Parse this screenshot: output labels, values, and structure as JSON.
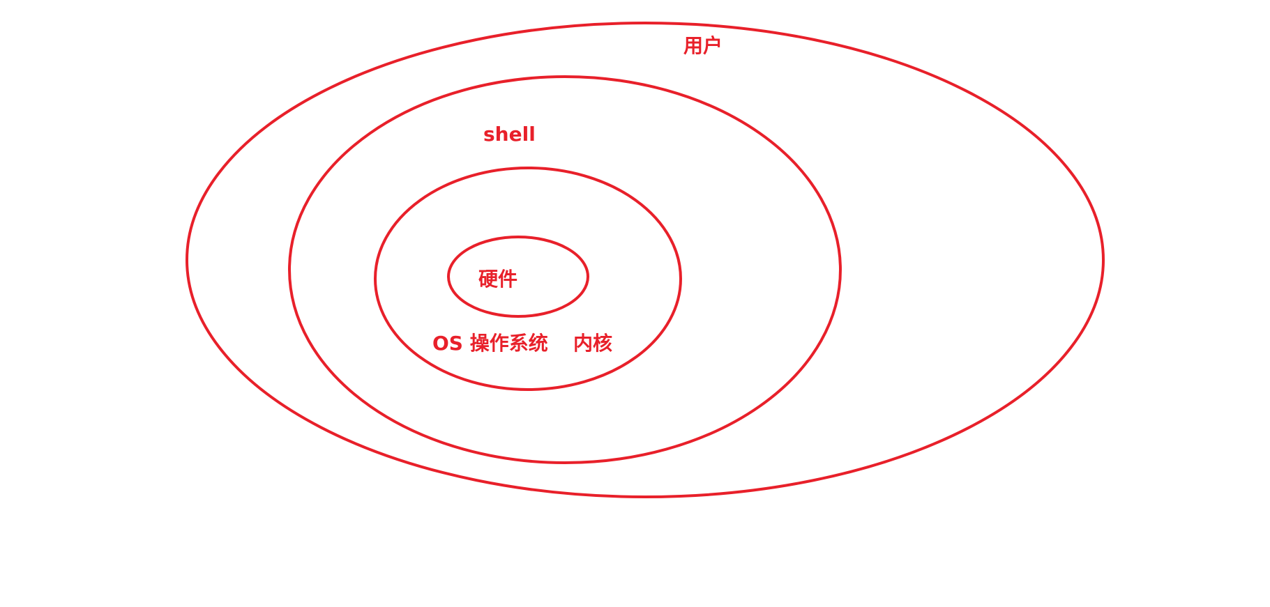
{
  "colors": {
    "accent": "#e8202a",
    "background": "#ffffff"
  },
  "diagram": {
    "layers": [
      {
        "id": "user",
        "label": "用户"
      },
      {
        "id": "shell",
        "label": "shell"
      },
      {
        "id": "os",
        "label": "OS 操作系统",
        "secondary_label": "内核"
      },
      {
        "id": "hardware",
        "label": "硬件"
      }
    ]
  }
}
